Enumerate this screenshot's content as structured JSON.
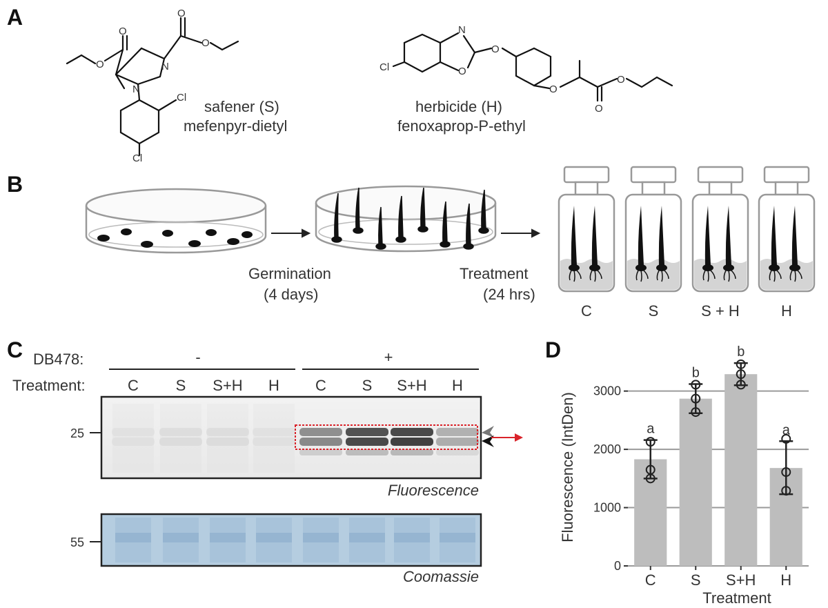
{
  "panels": {
    "a": "A",
    "b": "B",
    "c": "C",
    "d": "D"
  },
  "panel_a": {
    "safener_line1": "safener (S)",
    "safener_line2": "mefenpyr-dietyl",
    "herbicide_line1": "herbicide (H)",
    "herbicide_line2": "fenoxaprop-P-ethyl",
    "atoms": {
      "N": "N",
      "O": "O",
      "Cl": "Cl"
    }
  },
  "panel_b": {
    "germination_line1": "Germination",
    "germination_line2": "(4 days)",
    "treatment_line1": "Treatment",
    "treatment_line2": "(24 hrs)",
    "vial_labels": [
      "C",
      "S",
      "S + H",
      "H"
    ]
  },
  "panel_c": {
    "probe_label": "DB478:",
    "treatment_label": "Treatment:",
    "probe_minus": "-",
    "probe_plus": "+",
    "lanes": [
      "C",
      "S",
      "S+H",
      "H",
      "C",
      "S",
      "S+H",
      "H"
    ],
    "marker_top": "25",
    "marker_bottom": "55",
    "fluorescence_label": "Fluorescence",
    "coomassie_label": "Coomassie",
    "colors": {
      "box": "#d9232a",
      "arrow": "#d9232a",
      "coomassie": "#b5cde0"
    }
  },
  "chart_data": {
    "type": "bar",
    "xlabel": "Treatment",
    "ylabel": "Fluorescence (IntDen)",
    "categories": [
      "C",
      "S",
      "S+H",
      "H"
    ],
    "values": [
      1830,
      2870,
      3290,
      1680
    ],
    "error_low": [
      1500,
      2620,
      3100,
      1230
    ],
    "error_high": [
      2160,
      3120,
      3480,
      2140
    ],
    "points": [
      [
        1500,
        1650,
        2130
      ],
      [
        2640,
        2870,
        3110
      ],
      [
        3110,
        3290,
        3460
      ],
      [
        1290,
        1610,
        2180
      ]
    ],
    "significance": [
      "a",
      "b",
      "b",
      "a"
    ],
    "ylim": [
      0,
      3600
    ],
    "yticks": [
      0,
      1000,
      2000,
      3000
    ],
    "grid": true,
    "colors": {
      "bar": "#bdbdbd",
      "grid": "#9a9a9a",
      "panel_bg": "#ffffff",
      "border": "#333333"
    }
  }
}
